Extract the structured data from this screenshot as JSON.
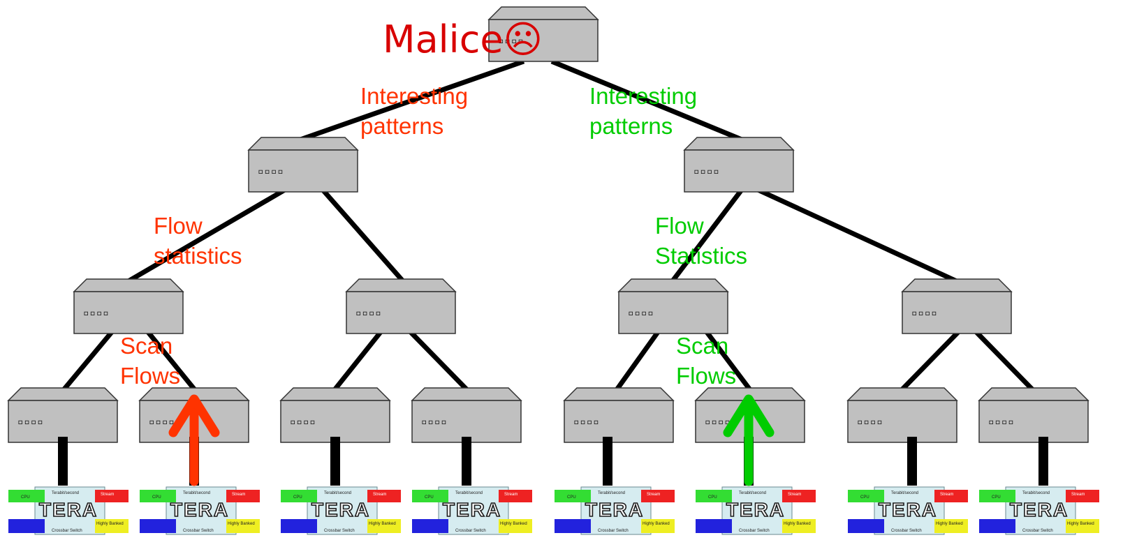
{
  "malice": {
    "text": "Malice",
    "face": "☹"
  },
  "labels": {
    "left_top": "Interesting\npatterns",
    "right_top": "Interesting\npatterns",
    "left_mid": "Flow\nstatistics",
    "right_mid": "Flow\nStatistics",
    "left_low": "Scan\nFlows",
    "right_low": "Scan\nFlows"
  },
  "router_ports": "▫▫▫▫",
  "tera_board": {
    "logo": "TERA",
    "cpu": "CPU",
    "top_center": "Terabit/second",
    "stream": "Stream\nProcessor",
    "bottom_center": "Crossbar Switch",
    "memory": "Highly Banked\nMemory"
  },
  "colors": {
    "router_fill": "#c0c0c0",
    "link": "#000000",
    "alert_red": "#ff3300",
    "alert_green": "#00cc00",
    "malice": "#d80000"
  }
}
